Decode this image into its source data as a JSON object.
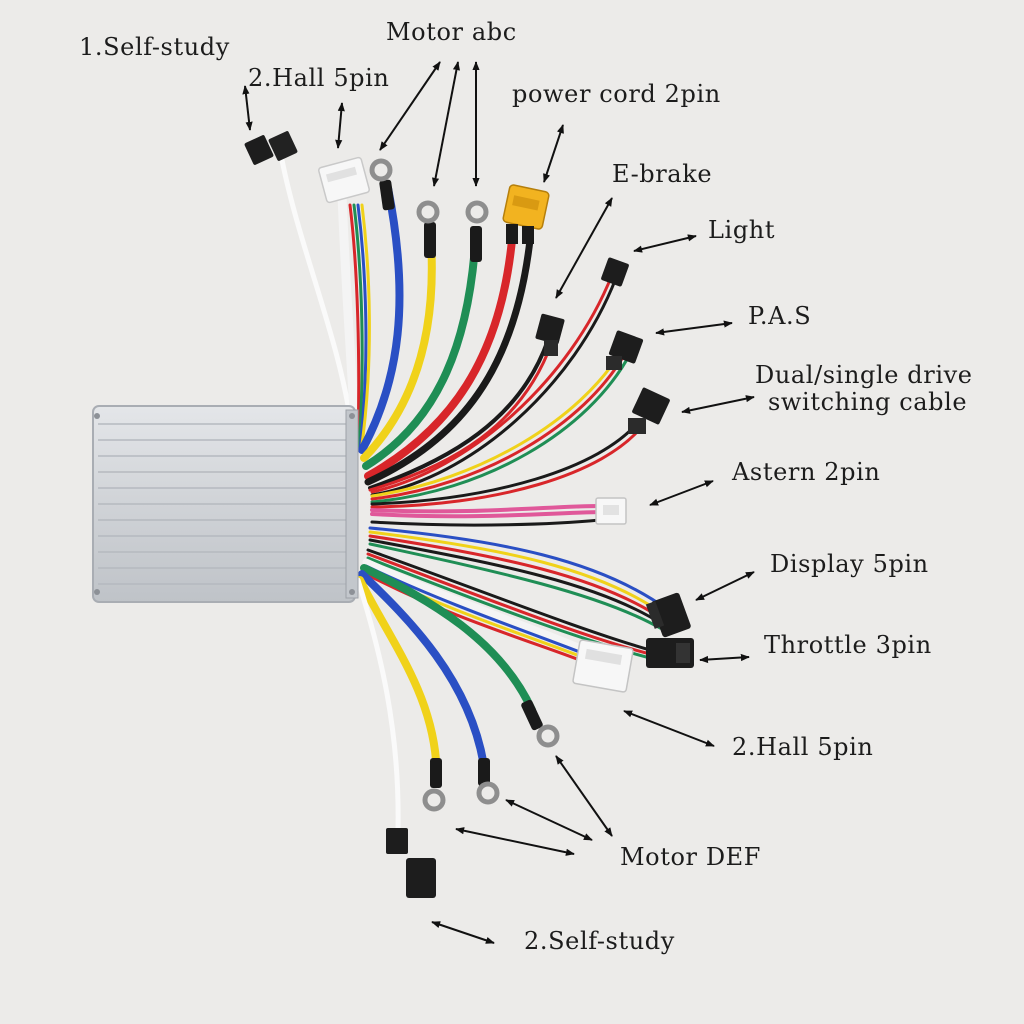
{
  "labels": {
    "self_study_1": "1.Self-study",
    "hall_5pin_top": "2.Hall 5pin",
    "motor_abc": "Motor abc",
    "power_cord": "power cord 2pin",
    "e_brake": "E-brake",
    "light": "Light",
    "pas": "P.A.S",
    "dual_single_line1": "Dual/single drive",
    "dual_single_line2": "switching cable",
    "astern": "Astern 2pin",
    "display": "Display 5pin",
    "throttle": "Throttle 3pin",
    "hall_5pin_bottom": "2.Hall 5pin",
    "motor_def": "Motor DEF",
    "self_study_2": "2.Self-study"
  },
  "colors": {
    "background": "#ecebe9",
    "controller_body": "#d3d6da",
    "wire_blue": "#2a4fc4",
    "wire_yellow": "#f0d21a",
    "wire_green": "#1f8e55",
    "wire_red": "#d8262a",
    "wire_black": "#1a1a1a",
    "wire_pink": "#e0589a",
    "wire_white": "#f4f4f4",
    "xt60_connector": "#f2b320"
  }
}
